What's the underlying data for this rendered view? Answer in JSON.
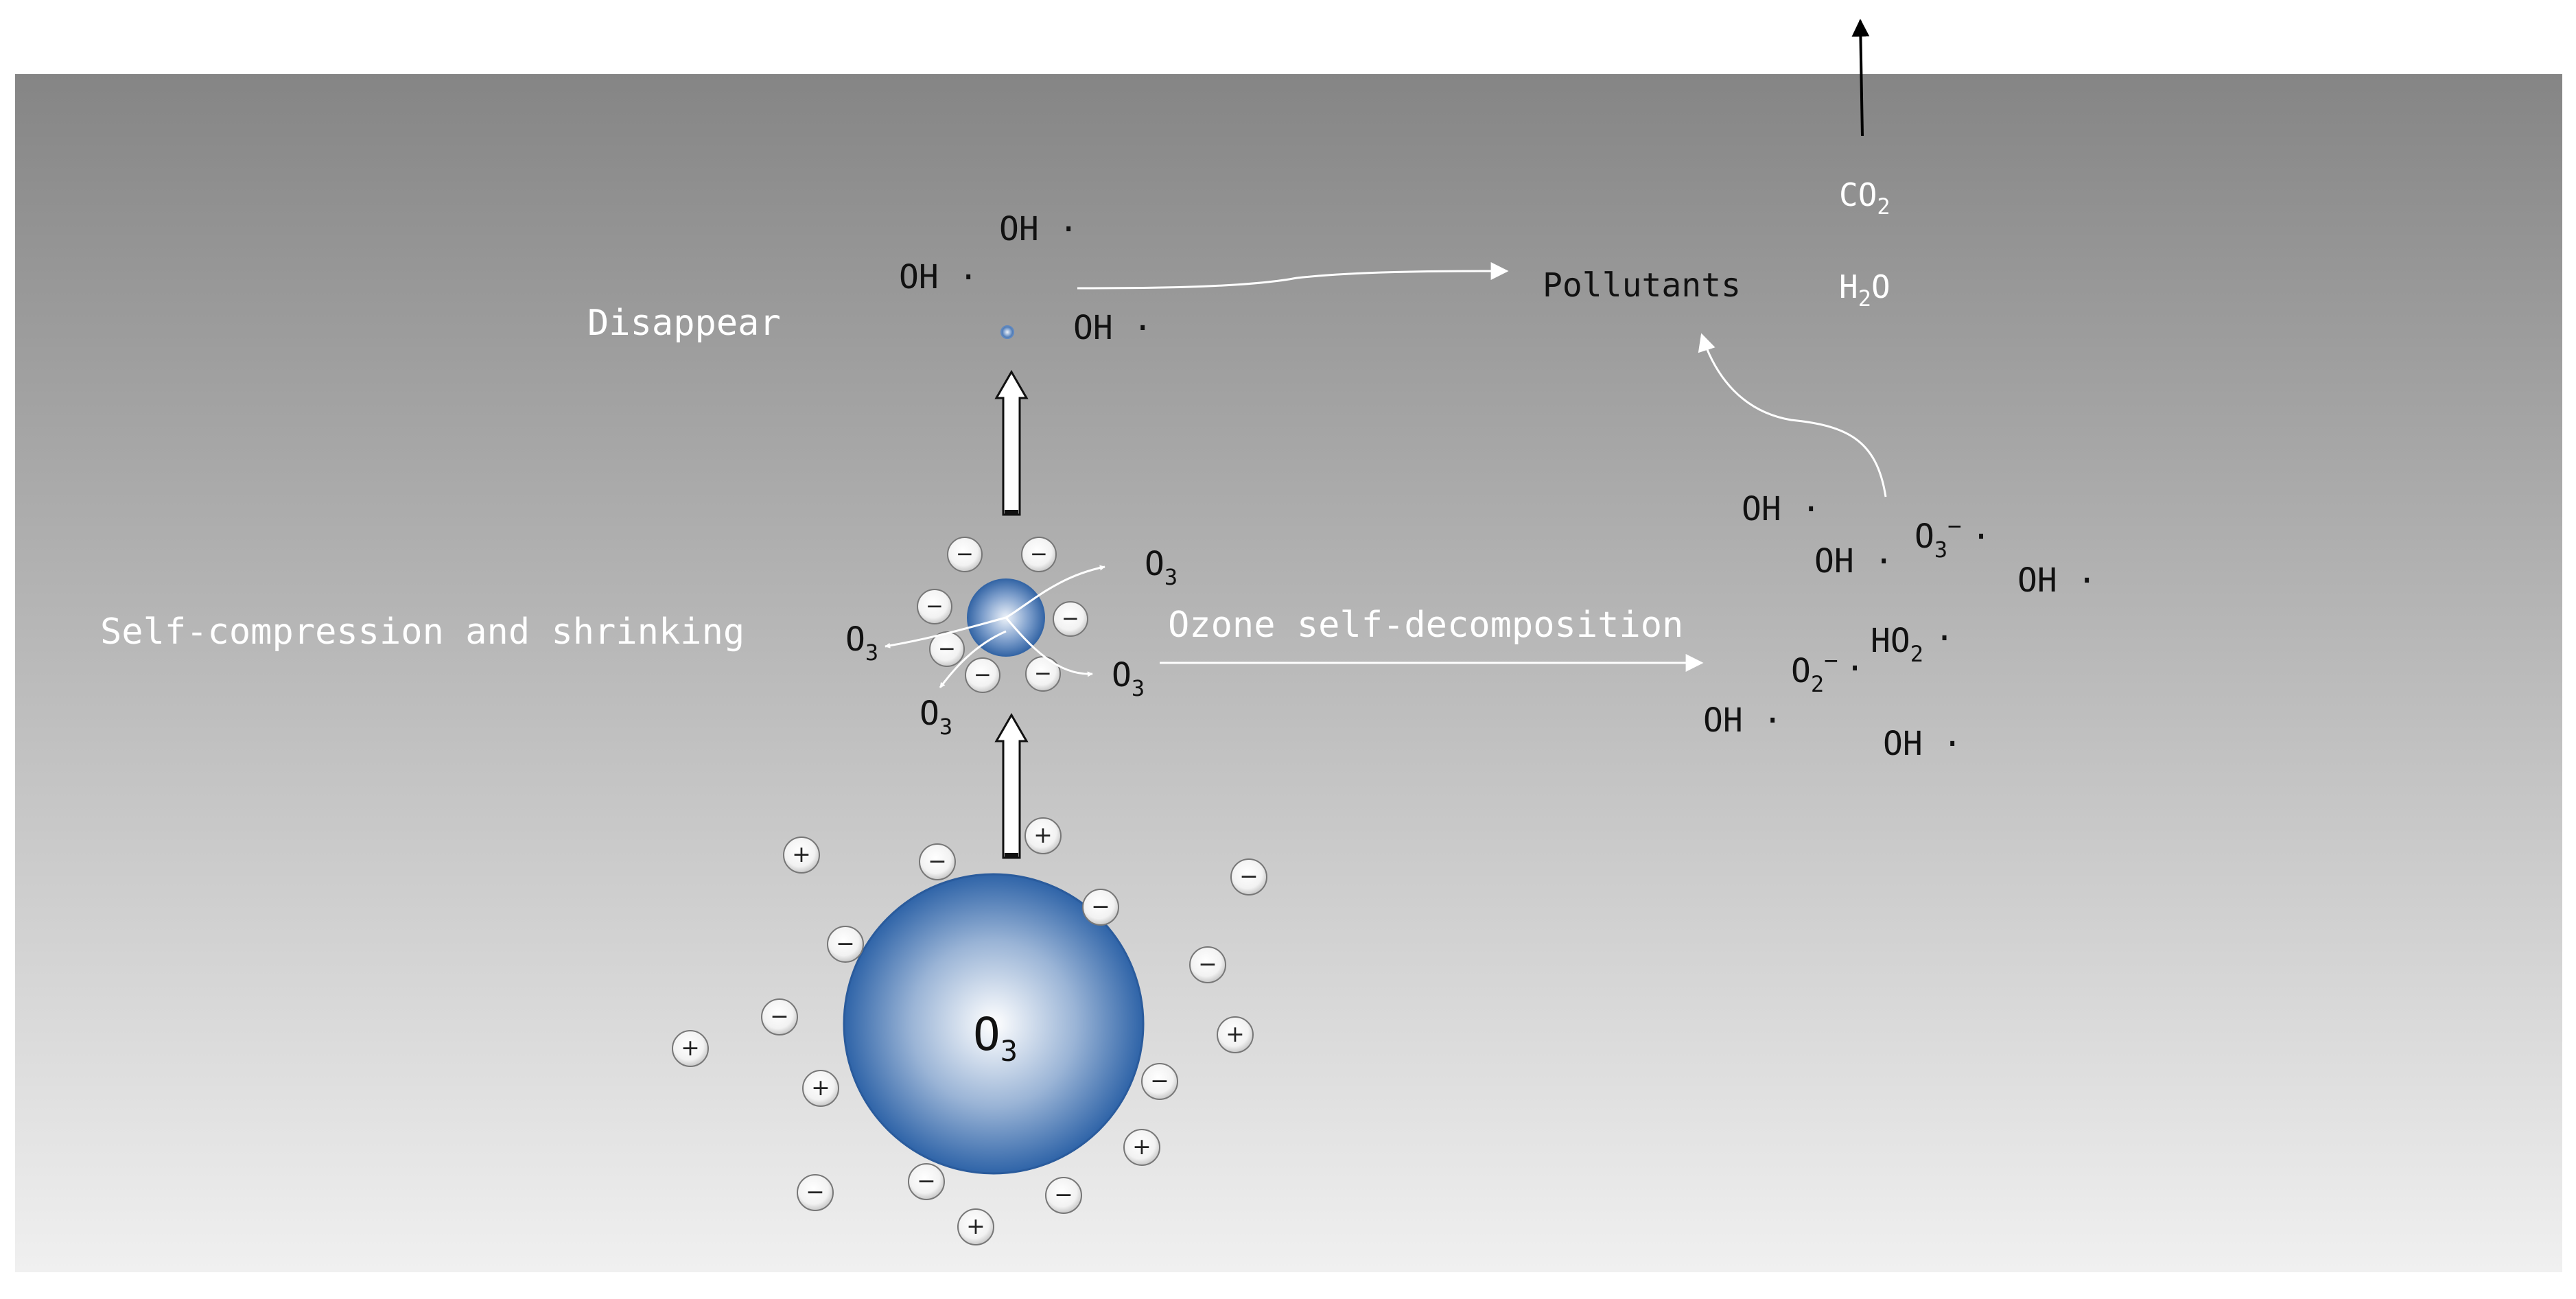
{
  "labels": {
    "disappear": "Disappear",
    "self_compression": "Self-compression and shrinking",
    "ozone_self_decomposition": "Ozone self-decomposition",
    "pollutants": "Pollutants",
    "o3_main": "O",
    "o3_sub": "3",
    "o3_small": "O",
    "co2_base": "CO",
    "co2_sub": "2",
    "h2o_h": "H",
    "h2o_sub": "2",
    "h2o_o": "O",
    "oh_dot": "OH ·",
    "o3_radical_base": "O",
    "o3_radical_sub": "3",
    "o3_radical_sup": "−",
    "o3_radical_dot": "·",
    "o2_radical_base": "O",
    "o2_radical_sub": "2",
    "o2_radical_sup": "−",
    "o2_radical_dot": "·",
    "ho2_base": "HO",
    "ho2_sub": "2",
    "ho2_dot": "·"
  },
  "signs": {
    "minus": "−",
    "plus": "+"
  },
  "colors": {
    "bubble_dark": "#2f64a8",
    "bubble_light": "#ffffff",
    "bg_top": "#858585",
    "bg_bottom": "#f0f0f0"
  }
}
